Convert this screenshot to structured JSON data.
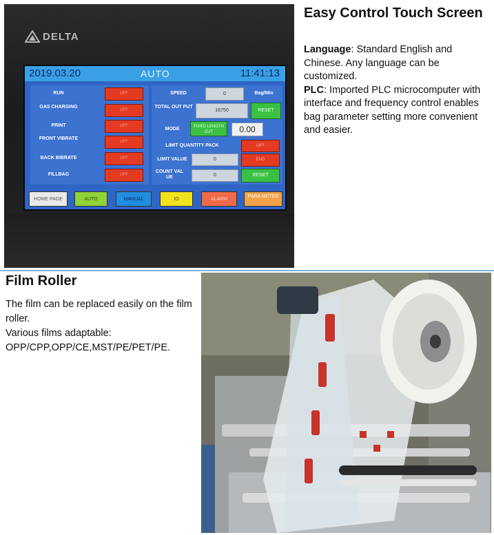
{
  "hmi": {
    "brand": "DELTA",
    "date": "2019.03.20",
    "mode": "AUTO",
    "time": "11:41:13",
    "left_rows": [
      {
        "label": "RUN",
        "state": "OFF"
      },
      {
        "label": "GAS CHARGING",
        "state": "OFF"
      },
      {
        "label": "PRINT",
        "state": "OFF"
      },
      {
        "label": "FRONT VIBRATE",
        "state": "OFF"
      },
      {
        "label": "BACK BIBRATE",
        "state": "OFF"
      },
      {
        "label": "FILLBAG",
        "state": "OFF"
      }
    ],
    "speed_label": "SPEED",
    "speed_value": "0",
    "speed_unit": "Bag/Min",
    "total_output_label": "TOTAL OUT PUT",
    "total_output_value": "16750",
    "reset_label": "RESET",
    "mode_label": "MODE",
    "mode_value": "FIXED LENGTH CUT",
    "mode_number": "0.00",
    "limit_pack_label": "LIMIT QUANTITY PACK",
    "limit_pack_state": "OFF",
    "limit_value_label": "LIMIT VALUE",
    "limit_value": "0",
    "end_label": "END",
    "count_value_label": "COUNT VAL UE",
    "count_value": "0",
    "reset2_label": "RESET",
    "nav": [
      "HOME PAGE",
      "AUTO",
      "MANUAL",
      "IO",
      "ALARM",
      "PARA METER"
    ]
  },
  "colors": {
    "screen_bg": "#2f65c4",
    "off_red": "#e33a21",
    "reset_green": "#3cc043",
    "divider": "#7fb0d8"
  },
  "touch_section": {
    "title": "Easy Control Touch Screen",
    "language_label": "Language",
    "language_text": ": Standard English and Chinese. Any language can be customized.",
    "plc_label": "PLC",
    "plc_text": ": Imported PLC microcomputer with interface and frequency control enables bag parameter setting more convenient and easier."
  },
  "film_section": {
    "title": "Film Roller",
    "line1": "The film can be replaced easily on the film roller.",
    "line2": "Various films adaptable:",
    "line3": "OPP/CPP,OPP/CE,MST/PE/PET/PE."
  }
}
